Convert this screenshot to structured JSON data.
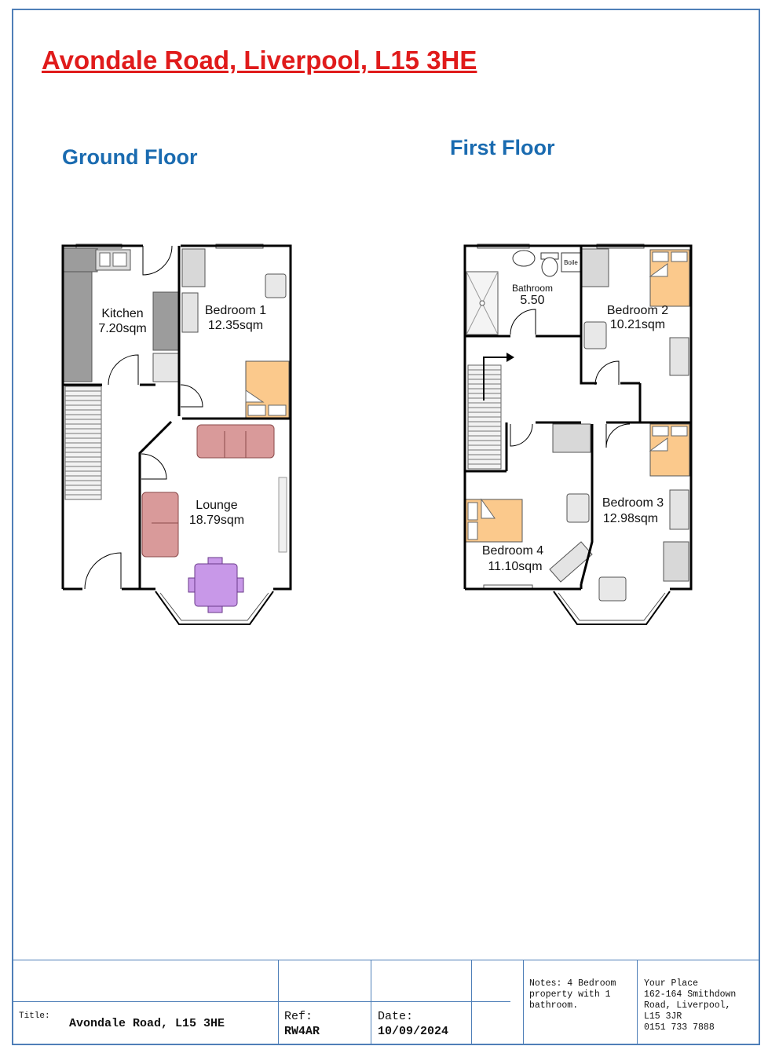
{
  "title": "Avondale Road, Liverpool, L15 3HE",
  "floors": {
    "ground": {
      "heading": "Ground Floor",
      "rooms": {
        "kitchen": {
          "name": "Kitchen",
          "area": "7.20sqm"
        },
        "bedroom1": {
          "name": "Bedroom 1",
          "area": "12.35sqm"
        },
        "lounge": {
          "name": "Lounge",
          "area": "18.79sqm"
        }
      }
    },
    "first": {
      "heading": "First Floor",
      "rooms": {
        "bathroom": {
          "name": "Bathroom",
          "area": "5.50"
        },
        "boiler": {
          "name": "Boile"
        },
        "bedroom2": {
          "name": "Bedroom 2",
          "area": "10.21sqm"
        },
        "bedroom3": {
          "name": "Bedroom 3",
          "area": "12.98sqm"
        },
        "bedroom4": {
          "name": "Bedroom 4",
          "area": "11.10sqm"
        }
      }
    }
  },
  "colors": {
    "wall": "#000000",
    "title_red": "#e01b1b",
    "heading_blue": "#1a6bb0",
    "frame_blue": "#4f7fb8",
    "sofa_pink": "#d99a9a",
    "bed_orange": "#fbc98c",
    "table_purple": "#c898e8",
    "worktop_grey": "#9c9c9c"
  },
  "title_block": {
    "title_caption": "Title:",
    "title_value": "Avondale Road, L15 3HE",
    "ref_caption": "Ref:",
    "ref_value": "RW4AR",
    "date_caption": "Date:",
    "date_value": "10/09/2024",
    "notes": "Notes: 4 Bedroom property with 1 bathroom.",
    "company": {
      "name": "Your Place",
      "address_line1": "162-164 Smithdown",
      "address_line2": "Road, Liverpool,",
      "postcode": "L15 3JR",
      "phone": "0151 733 7888"
    }
  }
}
